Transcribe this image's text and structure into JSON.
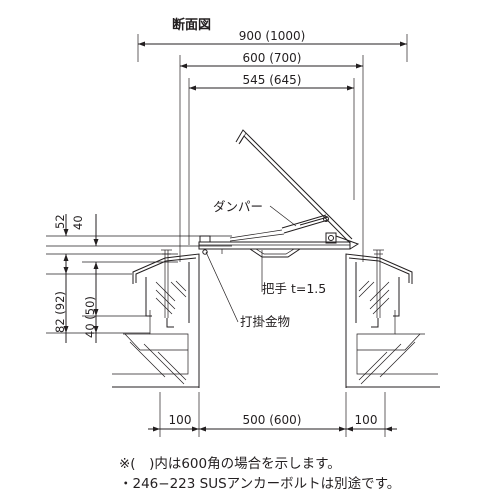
{
  "title": "断面図",
  "dims": {
    "d900": "900 (1000)",
    "d600": "600 (700)",
    "d545": "545 (645)",
    "v52": "52",
    "v40": "40",
    "v82": "82 (92)",
    "v40b": "40 (50)",
    "b100a": "100",
    "b500": "500 (600)",
    "b100b": "100"
  },
  "labels": {
    "damper": "ダンパー",
    "handle": "把手 t=1.5",
    "latch": "打掛金物"
  },
  "notes": [
    "※(　)内は600角の場合を示します。",
    "・246−223 SUSアンカーボルトは別途です。"
  ]
}
